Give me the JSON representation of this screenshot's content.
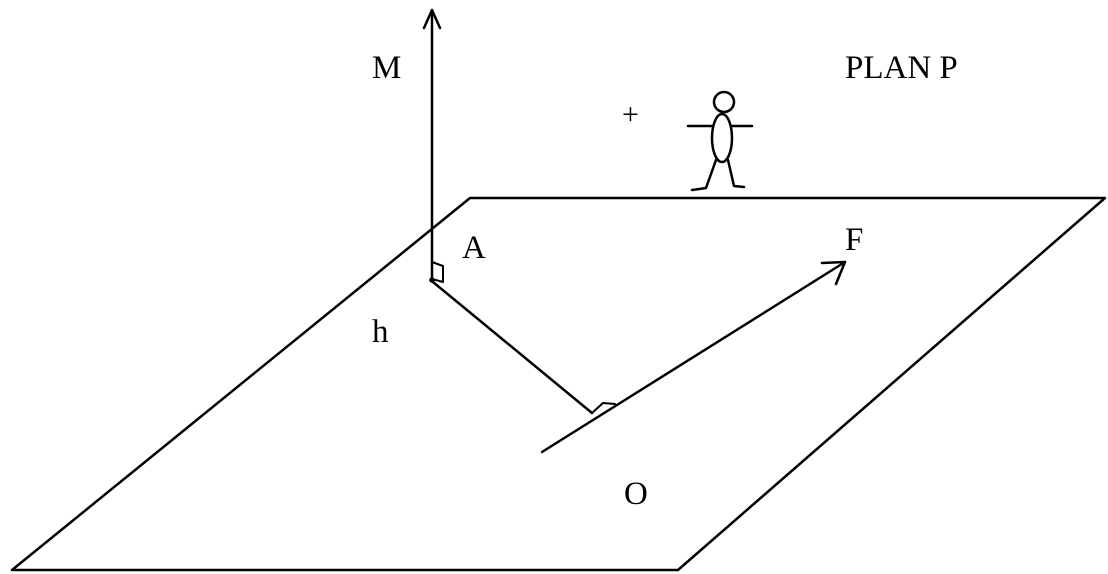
{
  "diagram": {
    "labels": {
      "plane": "PLAN P",
      "vertical_axis": "M",
      "point_a": "A",
      "height": "h",
      "arrow_f": "F",
      "point_o": "O",
      "observer_mark": "+"
    },
    "colors": {
      "ink": "#000000",
      "background": "#ffffff"
    },
    "icons": [
      "stick-figure-icon",
      "right-angle-marker-icon",
      "arrowhead-icon"
    ]
  }
}
